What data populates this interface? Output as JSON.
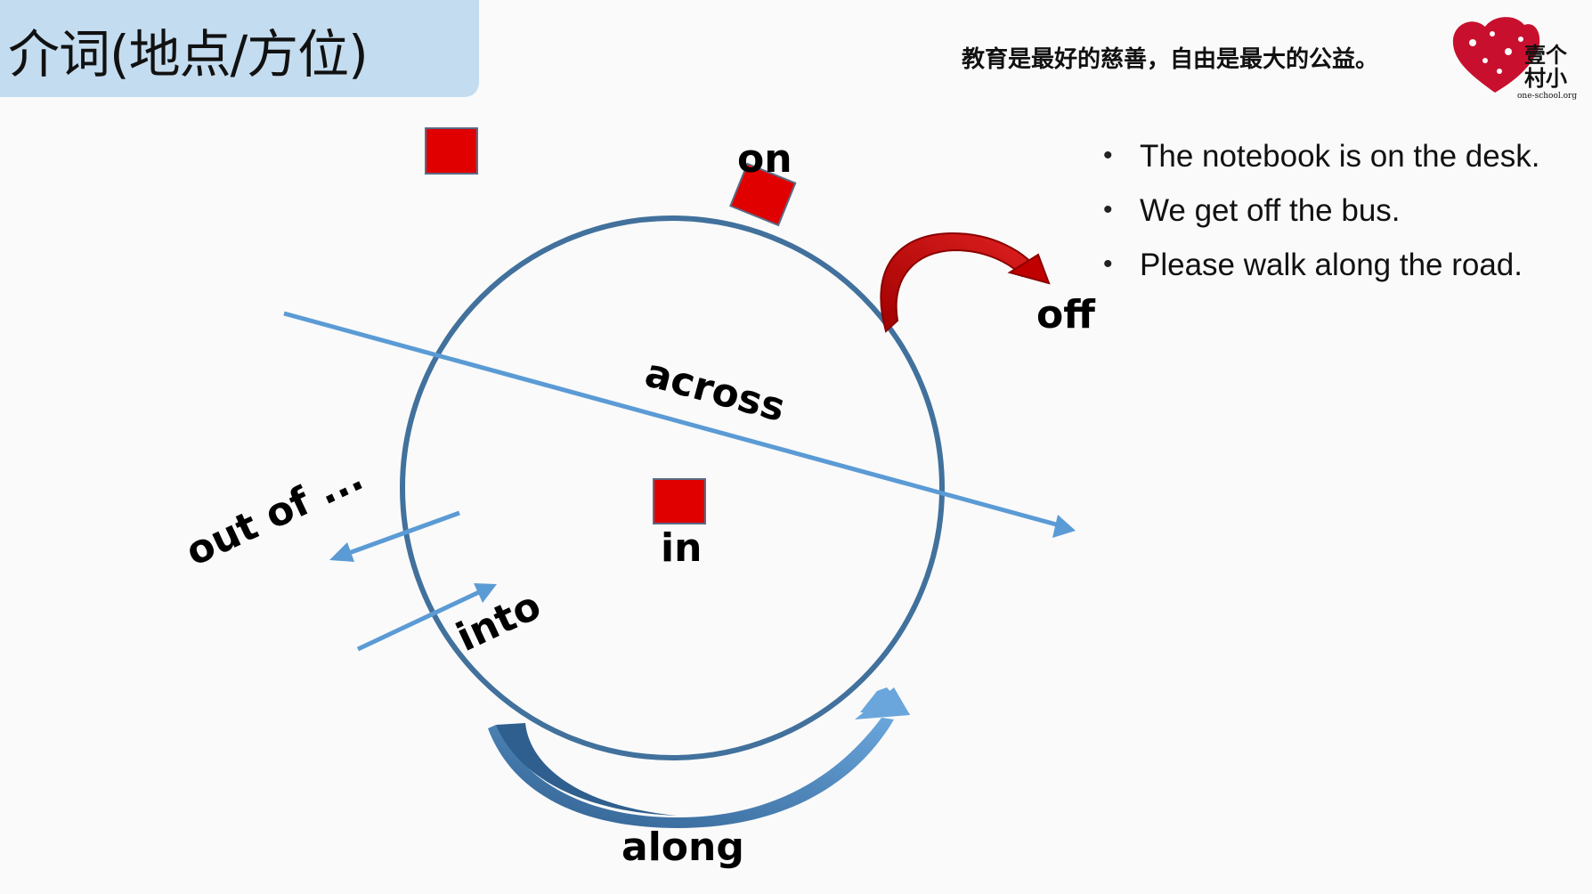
{
  "header": {
    "title": "介词(地点/方位)"
  },
  "slogan": "教育是最好的慈善，自由是最大的公益。",
  "logo": {
    "line1": "壹个",
    "line2": "村小",
    "url": "one-school.org"
  },
  "diagram": {
    "labels": {
      "on": "on",
      "off": "off",
      "across": "across",
      "in": "in",
      "out_of": "out of ...",
      "into": "into",
      "along": "along"
    }
  },
  "sentences": [
    "The notebook is on the desk.",
    "We get off the bus.",
    "Please walk along the road."
  ],
  "colors": {
    "title_bg": "#c4dcef",
    "circle": "#41719c",
    "arrow_blue": "#5b9bd5",
    "square_red": "#e00000",
    "arrow_red": "#c00000"
  }
}
